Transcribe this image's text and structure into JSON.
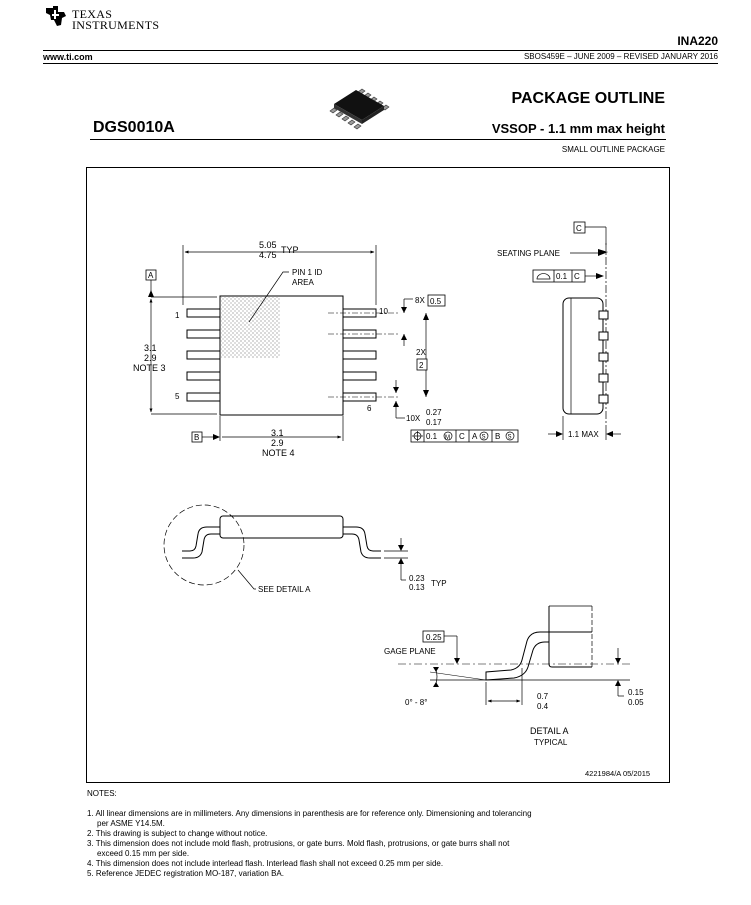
{
  "header": {
    "company_line1": "TEXAS",
    "company_line2": "INSTRUMENTS",
    "part_number": "INA220",
    "website": "www.ti.com",
    "doc_ref": "SBOS459E – JUNE 2009 – REVISED JANUARY 2016"
  },
  "title": {
    "package_outline": "PACKAGE OUTLINE",
    "package_code": "DGS0010A",
    "package_desc": "VSSOP - 1.1 mm max height",
    "package_type": "SMALL OUTLINE PACKAGE"
  },
  "drawing": {
    "dim_length_max": "5.05",
    "dim_length_min": "4.75",
    "dim_length_suffix": "TYP",
    "pin1_label_line1": "PIN 1 ID",
    "pin1_label_line2": "AREA",
    "datum_a": "A",
    "datum_b": "B",
    "datum_c": "C",
    "pin_1": "1",
    "pin_5": "5",
    "pin_6": "6",
    "pin_10": "10",
    "pitch_count": "8X",
    "pitch_value": "0.5",
    "span_count": "2X",
    "span_value": "2",
    "dim_width_max": "3.1",
    "dim_width_min": "2.9",
    "dim_width_note": "NOTE 3",
    "dim_body_max": "3.1",
    "dim_body_min": "2.9",
    "dim_body_note": "NOTE 4",
    "lead_count": "10X",
    "lead_width_max": "0.27",
    "lead_width_min": "0.17",
    "fcf_tolerance": "0.1",
    "fcf_c": "C",
    "fcf_a": "A",
    "fcf_b": "B",
    "fcf_m": "M",
    "fcf_s": "S",
    "seating_plane": "SEATING PLANE",
    "flatness_value": "0.1",
    "flatness_datum": "C",
    "max_height": "1.1 MAX",
    "see_detail": "SEE DETAIL A",
    "lead_thk_max": "0.23",
    "lead_thk_min": "0.13",
    "lead_thk_suffix": "TYP",
    "gage_value": "0.25",
    "gage_plane": "GAGE PLANE",
    "angle_range": "0° - 8°",
    "foot_max": "0.7",
    "foot_min": "0.4",
    "standoff_max": "0.15",
    "standoff_min": "0.05",
    "detail_title": "DETAIL A",
    "detail_sub": "TYPICAL",
    "drawing_id": "4221984/A   05/2015"
  },
  "notes": {
    "heading": "NOTES:",
    "items": [
      "1. All linear dimensions are in millimeters. Any dimensions in parenthesis are for reference only. Dimensioning and tolerancing",
      "per ASME Y14.5M.",
      "2. This drawing is subject to change without notice.",
      "3. This dimension does not include mold flash, protrusions, or gate burrs. Mold flash, protrusions, or gate burrs shall not",
      "exceed 0.15 mm per side.",
      "4. This dimension does not include interlead flash. Interlead flash shall not exceed 0.25 mm per side.",
      "5. Reference JEDEC registration MO-187, variation BA."
    ]
  },
  "icons": {
    "logo": "ti-logo-icon",
    "package_thumbnail": "vssop-package-icon"
  }
}
